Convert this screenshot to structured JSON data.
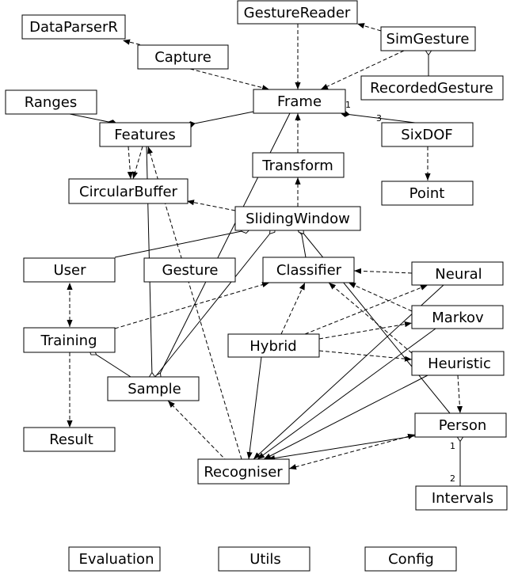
{
  "nodes": {
    "dataparser": "DataParserR",
    "gesturereader": "GestureReader",
    "simgesture": "SimGesture",
    "capture": "Capture",
    "recordedgesture": "RecordedGesture",
    "ranges": "Ranges",
    "frame": "Frame",
    "features": "Features",
    "sixdof": "SixDOF",
    "transform": "Transform",
    "circularbuffer": "CircularBuffer",
    "point": "Point",
    "slidingwindow": "SlidingWindow",
    "user": "User",
    "gesture": "Gesture",
    "classifier": "Classifier",
    "neural": "Neural",
    "markov": "Markov",
    "training": "Training",
    "hybrid": "Hybrid",
    "heuristic": "Heuristic",
    "sample": "Sample",
    "person": "Person",
    "result": "Result",
    "recogniser": "Recogniser",
    "intervals": "Intervals",
    "evaluation": "Evaluation",
    "utils": "Utils",
    "config": "Config"
  },
  "multiplicities": {
    "frame_sixdof_source": "1",
    "frame_sixdof_target": "3",
    "person_intervals_source": "1",
    "person_intervals_target": "2"
  }
}
